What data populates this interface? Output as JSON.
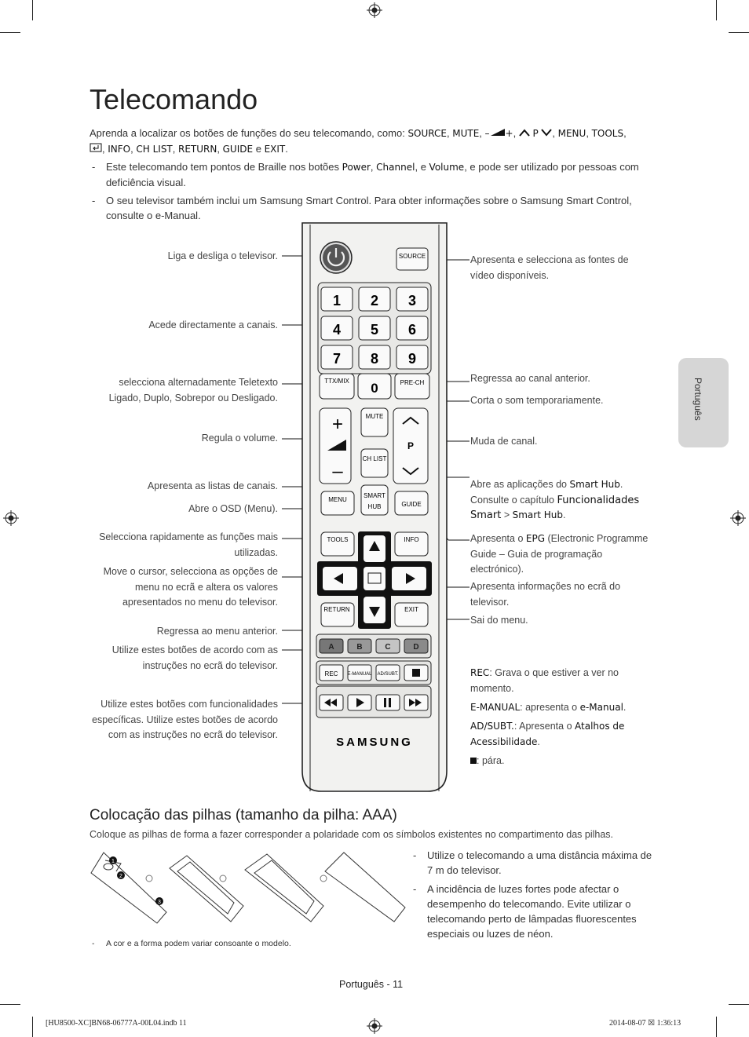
{
  "title": "Telecomando",
  "intro": {
    "lead": "Aprenda a localizar os botões de funções do seu telecomando, como:",
    "k_source": "SOURCE",
    "k_mute": "MUTE",
    "k_minus": "–",
    "k_plus": "+",
    "k_p": "P",
    "k_menu": "MENU",
    "k_tools": "TOOLS",
    "k_info": "INFO",
    "k_chlist": "CH LIST",
    "k_return": "RETURN",
    "k_guide": "GUIDE",
    "k_and": "e",
    "k_exit": "EXIT",
    "comma": ",",
    "period": "."
  },
  "bullets": {
    "dash": "-",
    "b1_a": "Este telecomando tem pontos de Braille nos botões",
    "b1_power": "Power",
    "b1_channel": "Channel",
    "b1_and": "e",
    "b1_volume": "Volume",
    "b1_b": ", e pode ser utilizado por pessoas com deficiência visual.",
    "b2": "O seu televisor também inclui um Samsung Smart Control. Para obter informações sobre o Samsung Smart Control, consulte o e-Manual."
  },
  "left_labels": {
    "power": "Liga e desliga o televisor.",
    "numbers": "Acede directamente a canais.",
    "ttx": "selecciona alternadamente Teletexto Ligado, Duplo, Sobrepor ou Desligado.",
    "volume": "Regula o volume.",
    "chlist": "Apresenta as listas de canais.",
    "menu": "Abre o OSD (Menu).",
    "tools": "Selecciona rapidamente as funções mais utilizadas.",
    "cursor": "Move o cursor, selecciona as opções de menu no ecrã e altera os valores apresentados no menu do televisor.",
    "return": "Regressa ao menu anterior.",
    "color": "Utilize estes botões de acordo com as instruções no ecrã do televisor.",
    "media": "Utilize estes botões com funcionalidades específicas. Utilize estes botões de acordo com as instruções no ecrã do televisor."
  },
  "right_labels": {
    "source": "Apresenta e selecciona as fontes de vídeo disponíveis.",
    "prech": "Regressa ao canal anterior.",
    "mute": "Corta o som temporariamente.",
    "channel": "Muda de canal.",
    "smart_a": "Abre as aplicações do",
    "smart_hub": "Smart Hub",
    "smart_b": ". Consulte o capítulo",
    "smart_func": "Funcionalidades Smart",
    "smart_gt": ">",
    "smart_hub2": "Smart Hub",
    "smart_end": ".",
    "guide_a": "Apresenta o",
    "guide_epg": "EPG",
    "guide_b": "(Electronic Programme Guide – Guia de programação electrónico).",
    "info": "Apresenta informações no ecrã do televisor.",
    "exit": "Sai do menu.",
    "rec_k": "REC",
    "rec": ": Grava o que estiver a ver no momento.",
    "em_k": "E-MANUAL",
    "em_a": ": apresenta o",
    "em_v": "e-Manual",
    "em_end": ".",
    "ad_k": "AD/SUBT.",
    "ad_a": ": Apresenta o",
    "ad_v": "Atalhos de Acessibilidade",
    "ad_end": ".",
    "stop": ": pára."
  },
  "remote": {
    "source": "SOURCE",
    "ttx": "TTX/MIX",
    "prech": "PRE-CH",
    "mute": "MUTE",
    "chlist": "CH LIST",
    "p": "P",
    "menu": "MENU",
    "smart1": "SMART",
    "smart2": "HUB",
    "guide": "GUIDE",
    "tools": "TOOLS",
    "info": "INFO",
    "return": "RETURN",
    "exit": "EXIT",
    "colors": [
      "A",
      "B",
      "C",
      "D"
    ],
    "rec": "REC",
    "emanual": "E-MANUAL",
    "adsubt": "AD/SUBT.",
    "brand": "SAMSUNG",
    "digits": [
      "1",
      "2",
      "3",
      "4",
      "5",
      "6",
      "7",
      "8",
      "9",
      "0"
    ]
  },
  "side_tab": "Português",
  "batteries": {
    "heading": "Colocação das pilhas (tamanho da pilha: AAA)",
    "text": "Coloque as pilhas de forma a fazer corresponder a polaridade com os símbolos existentes no compartimento das pilhas.",
    "steps": [
      "1",
      "2",
      "3"
    ],
    "note": "A cor e a forma podem variar consoante o modelo.",
    "r1": "Utilize o telecomando a uma distância máxima de 7 m do televisor.",
    "r2": "A incidência de luzes fortes pode afectar o desempenho do telecomando. Evite utilizar o telecomando perto de lâmpadas fluorescentes especiais ou luzes de néon."
  },
  "page_number": "Português - 11",
  "footer": {
    "left": "[HU8500-XC]BN68-06777A-00L04.indb   11",
    "right": "2014-08-07   ☒ 1:36:13"
  }
}
